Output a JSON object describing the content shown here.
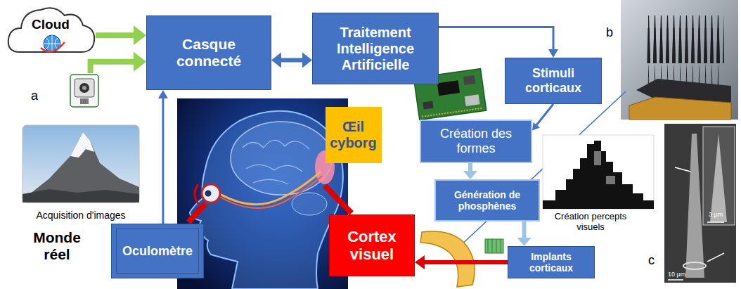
{
  "diagram": {
    "nodes": [
      {
        "text": [
          "Cloud"
        ]
      },
      {
        "text": [
          "Casque connecté"
        ]
      },
      {
        "text": [
          "Traitement Intelligence Artificielle"
        ]
      },
      {
        "text": [
          "Stimuli corticaux"
        ]
      },
      {
        "text": [
          "Acquisition d'images"
        ]
      },
      {
        "text": [
          "Œil cyborg"
        ]
      },
      {
        "text": [
          "Création des formes"
        ]
      },
      {
        "text": [
          "Génération de phosphènes"
        ]
      },
      {
        "text": [
          "Cortex visuel"
        ]
      },
      {
        "text": [
          "Oculomètre"
        ]
      },
      {
        "text": [
          "Implants corticaux"
        ]
      }
    ],
    "edges": [
      {
        "from": 0,
        "to": 1,
        "arrow": "to"
      },
      {
        "from": 4,
        "to": 1,
        "arrow": "to"
      },
      {
        "from": 1,
        "to": 2,
        "arrow": "both"
      },
      {
        "from": 2,
        "to": 3,
        "arrow": "to"
      },
      {
        "from": 3,
        "to": 6,
        "arrow": "to"
      },
      {
        "from": 6,
        "to": 7,
        "arrow": "to"
      },
      {
        "from": 7,
        "to": 10,
        "arrow": "to"
      },
      {
        "from": 10,
        "to": 8,
        "arrow": "to"
      },
      {
        "from": 9,
        "to": 1,
        "arrow": "to"
      }
    ],
    "labels": [
      "a",
      "b",
      "c",
      "Monde réel",
      "Création percepts visuels",
      "3 µm",
      "10 µm"
    ]
  }
}
